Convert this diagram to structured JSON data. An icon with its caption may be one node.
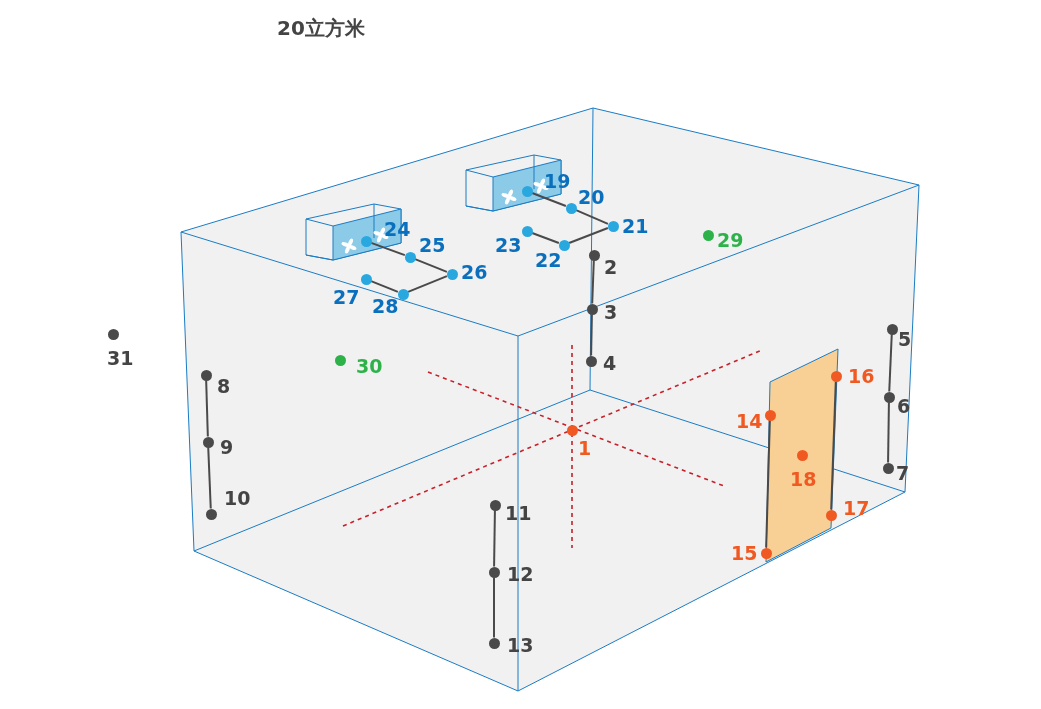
{
  "diagram": {
    "title": "20立方米",
    "nodes": [
      {
        "text": [],
        "shape": "circle",
        "beside": [
          "1"
        ]
      },
      {
        "text": [],
        "shape": "circle",
        "beside": [
          "2"
        ]
      },
      {
        "text": [],
        "shape": "circle",
        "beside": [
          "3"
        ]
      },
      {
        "text": [],
        "shape": "circle",
        "beside": [
          "4"
        ]
      },
      {
        "text": [],
        "shape": "circle",
        "beside": [
          "5"
        ]
      },
      {
        "text": [],
        "shape": "circle",
        "beside": [
          "6"
        ]
      },
      {
        "text": [],
        "shape": "circle",
        "beside": [
          "7"
        ]
      },
      {
        "text": [],
        "shape": "circle",
        "beside": [
          "8"
        ]
      },
      {
        "text": [],
        "shape": "circle",
        "beside": [
          "9"
        ]
      },
      {
        "text": [],
        "shape": "circle",
        "beside": [
          "10"
        ]
      },
      {
        "text": [],
        "shape": "circle",
        "beside": [
          "11"
        ]
      },
      {
        "text": [],
        "shape": "circle",
        "beside": [
          "12"
        ]
      },
      {
        "text": [],
        "shape": "circle",
        "beside": [
          "13"
        ]
      },
      {
        "text": [],
        "shape": "circle",
        "beside": [
          "14"
        ]
      },
      {
        "text": [],
        "shape": "circle",
        "beside": [
          "15"
        ]
      },
      {
        "text": [],
        "shape": "circle",
        "beside": [
          "16"
        ]
      },
      {
        "text": [],
        "shape": "circle",
        "beside": [
          "17"
        ]
      },
      {
        "text": [],
        "shape": "circle",
        "beside": [
          "18"
        ]
      },
      {
        "text": [],
        "shape": "circle",
        "beside": [
          "19"
        ]
      },
      {
        "text": [],
        "shape": "circle",
        "beside": [
          "20"
        ]
      },
      {
        "text": [],
        "shape": "circle",
        "beside": [
          "21"
        ]
      },
      {
        "text": [],
        "shape": "circle",
        "beside": [
          "22"
        ]
      },
      {
        "text": [],
        "shape": "circle",
        "beside": [
          "23"
        ]
      },
      {
        "text": [],
        "shape": "circle",
        "beside": [
          "24"
        ]
      },
      {
        "text": [],
        "shape": "circle",
        "beside": [
          "25"
        ]
      },
      {
        "text": [],
        "shape": "circle",
        "beside": [
          "26"
        ]
      },
      {
        "text": [],
        "shape": "circle",
        "beside": [
          "27"
        ]
      },
      {
        "text": [],
        "shape": "circle",
        "beside": [
          "28"
        ]
      },
      {
        "text": [],
        "shape": "circle",
        "beside": [
          "29"
        ]
      },
      {
        "text": [],
        "shape": "circle",
        "beside": [
          "30"
        ]
      },
      {
        "text": [],
        "shape": "circle",
        "beside": [
          "31"
        ]
      }
    ],
    "edges": [
      {
        "from": 1,
        "to": 2,
        "arrow": "none"
      },
      {
        "from": 2,
        "to": 3,
        "arrow": "none"
      },
      {
        "from": 4,
        "to": 5,
        "arrow": "none"
      },
      {
        "from": 5,
        "to": 6,
        "arrow": "none"
      },
      {
        "from": 7,
        "to": 8,
        "arrow": "none"
      },
      {
        "from": 8,
        "to": 9,
        "arrow": "none"
      },
      {
        "from": 10,
        "to": 11,
        "arrow": "none"
      },
      {
        "from": 11,
        "to": 12,
        "arrow": "none"
      },
      {
        "from": 13,
        "to": 14,
        "arrow": "none"
      },
      {
        "from": 15,
        "to": 16,
        "arrow": "none"
      },
      {
        "from": 18,
        "to": 19,
        "arrow": "none"
      },
      {
        "from": 19,
        "to": 20,
        "arrow": "none"
      },
      {
        "from": 20,
        "to": 21,
        "arrow": "none"
      },
      {
        "from": 21,
        "to": 22,
        "arrow": "none"
      },
      {
        "from": 23,
        "to": 24,
        "arrow": "none"
      },
      {
        "from": 24,
        "to": 25,
        "arrow": "none"
      },
      {
        "from": 25,
        "to": 27,
        "arrow": "none"
      },
      {
        "from": 27,
        "to": 26,
        "arrow": "none"
      }
    ]
  }
}
